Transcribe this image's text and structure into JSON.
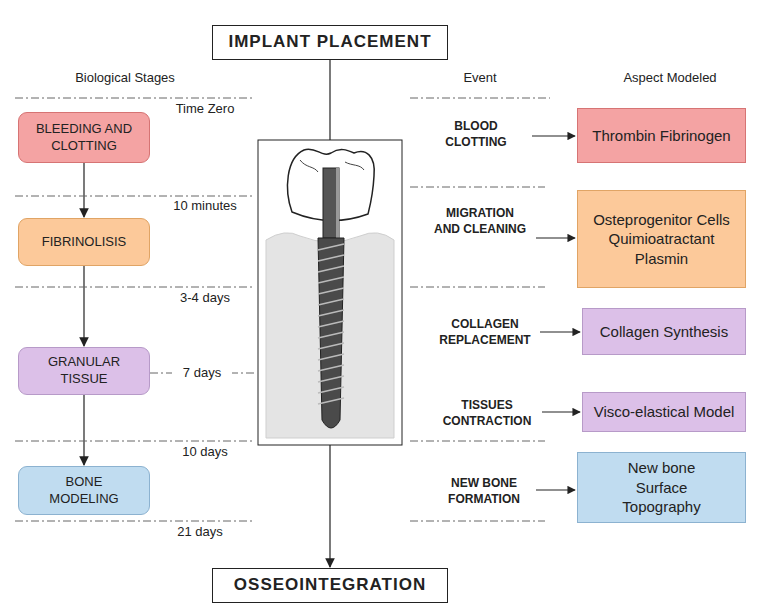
{
  "diagram": {
    "nodes": [
      {
        "text": [
          "IMPLANT PLACEMENT"
        ]
      },
      {
        "text": [
          "BLEEDING AND CLOTTING"
        ]
      },
      {
        "text": [
          "FIBRINOLISIS"
        ]
      },
      {
        "text": [
          "GRANULAR TISSUE"
        ]
      },
      {
        "text": [
          "BONE MODELING"
        ]
      },
      {
        "text": [
          "Thrombin Fibrinogen"
        ]
      },
      {
        "text": [
          "Osteprogenitor Cells Quimioatractant Plasmin"
        ]
      },
      {
        "text": [
          "Collagen Synthesis"
        ]
      },
      {
        "text": [
          "Visco-elastical Model"
        ]
      },
      {
        "text": [
          "New bone Surface Topography"
        ]
      },
      {
        "text": [
          "OSSEOINTEGRATION"
        ]
      }
    ],
    "edges": [
      {
        "from": 1,
        "to": 2,
        "arrow": "to"
      },
      {
        "from": 2,
        "to": 3,
        "arrow": "to"
      },
      {
        "from": 3,
        "to": 4,
        "arrow": "to"
      },
      {
        "from": 0,
        "to": 10,
        "arrow": "to"
      }
    ],
    "labels": [
      "Biological Stages",
      "Event",
      "Aspect Modeled",
      "Time Zero",
      "10 minutes",
      "3-4 days",
      "7 days",
      "10 days",
      "21 days",
      "BLOOD CLOTTING",
      "MIGRATION AND CLEANING",
      "COLLAGEN REPLACEMENT",
      "TISSUES CONTRACTION",
      "NEW BONE FORMATION"
    ]
  }
}
